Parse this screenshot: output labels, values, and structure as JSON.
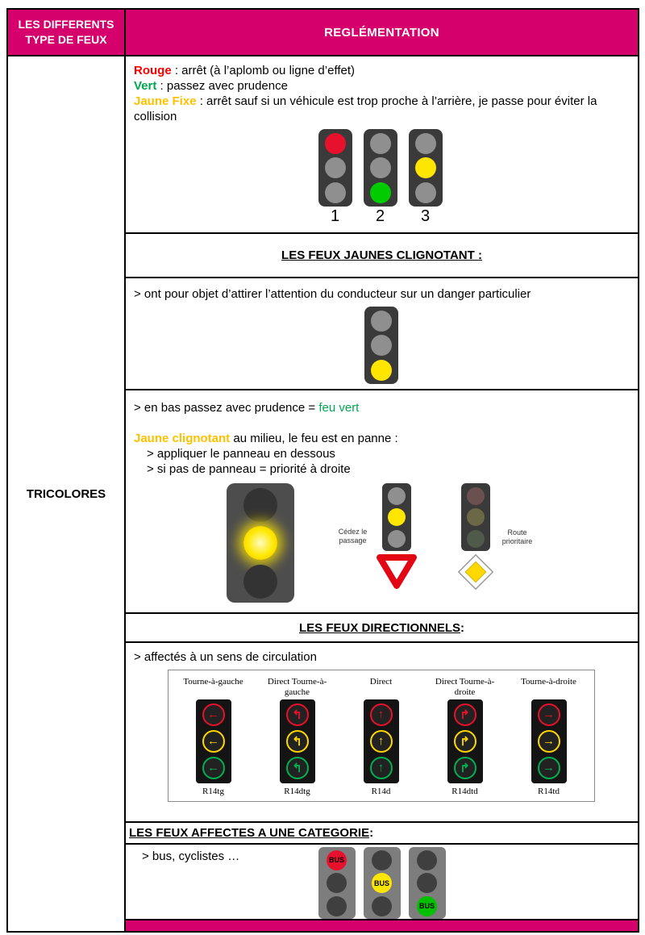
{
  "colors": {
    "header_bg": "#d6006d",
    "term_red": "#ff0000",
    "term_green": "#00a650",
    "term_yellow": "#ffc000",
    "lit_red": "#e8112d",
    "lit_green": "#00cc00",
    "lit_yellow": "#ffe600"
  },
  "header": {
    "left_title_line1": "LES DIFFERENTS",
    "left_title_line2": "TYPE DE FEUX",
    "right_title": "REGLÉMENTATION"
  },
  "left_column": {
    "label": "TRICOLORES"
  },
  "tricolor_rules": {
    "lines": [
      {
        "term": "Rouge",
        "text": " : arrêt (à l’aplomb ou ligne d’effet)"
      },
      {
        "term": "Vert",
        "text": " : passez avec prudence"
      },
      {
        "term": "Jaune Fixe",
        "text": " : arrêt sauf si un véhicule est trop proche à l’arrière, je passe pour éviter la collision"
      }
    ],
    "light_numbers": [
      "1",
      "2",
      "3"
    ]
  },
  "flashing_section": {
    "title": "LES FEUX JAUNES CLIGNOTANT :",
    "bullet_danger": "> ont pour objet d’attirer l’attention du conducteur sur un danger particulier",
    "bullet_green_prefix": "> en bas passez avec prudence = ",
    "bullet_green_highlight": "feu vert",
    "broken_prefix": "Jaune clignotant",
    "broken_rest": " au milieu, le feu est en panne :",
    "bullet_panel": ">  appliquer le panneau en dessous",
    "bullet_priority": ">  si pas de panneau = priorité à droite",
    "sign_yield_label": "Cédez le passage",
    "sign_priority_label": "Route prioritaire"
  },
  "directional_section": {
    "title": "LES FEUX DIRECTIONNELS",
    "title_suffix": " :",
    "bullet": "> affectés à un sens de circulation",
    "columns": [
      {
        "label": "Tourne-à-gauche",
        "code": "R14tg",
        "arrow": "←"
      },
      {
        "label": "Direct Tourne-à-gauche",
        "code": "R14dtg",
        "arrow": "↰"
      },
      {
        "label": "Direct",
        "code": "R14d",
        "arrow": "↑"
      },
      {
        "label": "Direct Tourne-à-droite",
        "code": "R14dtd",
        "arrow": "↱"
      },
      {
        "label": "Tourne-à-droite",
        "code": "R14td",
        "arrow": "→"
      }
    ]
  },
  "category_section": {
    "title": "LES FEUX AFFECTES A UNE CATEGORIE",
    "title_suffix": " :",
    "bullet": "> bus, cyclistes …",
    "badge": "BUS"
  }
}
